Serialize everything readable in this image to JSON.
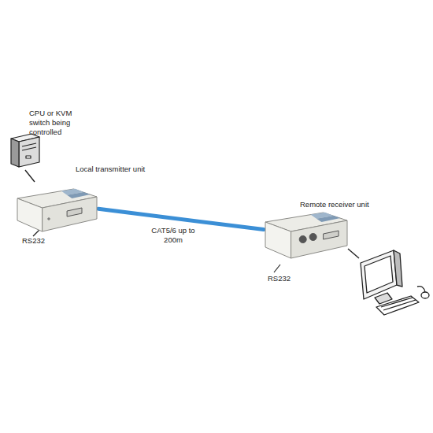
{
  "diagram": {
    "nodes": [
      {
        "text": [
          "Local transmitter unit"
        ]
      },
      {
        "text": [
          "Remote receiver unit"
        ]
      }
    ],
    "edges": [
      {
        "from": 0,
        "to": 1,
        "label": "CAT5/6 up to 200m",
        "arrow": "none"
      }
    ],
    "labels": [
      "CPU or KVM switch being controlled",
      "RS232",
      "RS232"
    ]
  }
}
